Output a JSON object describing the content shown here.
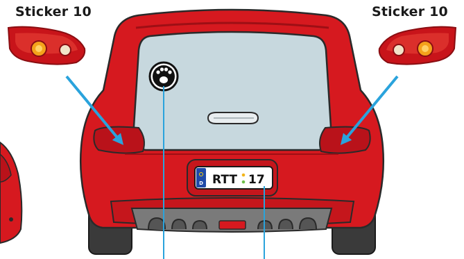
{
  "labels": {
    "left": "Sticker 10",
    "right": "Sticker 10"
  },
  "plate": {
    "country": "D",
    "left_text": "RTT",
    "right_text": "17"
  },
  "colors": {
    "car_body": "#d6191f",
    "car_outline": "#2a2a2a",
    "window": "#c7d8de",
    "arrow": "#2aa3dc",
    "plate_band": "#1f4aa8",
    "taillight": "#c8141a"
  }
}
